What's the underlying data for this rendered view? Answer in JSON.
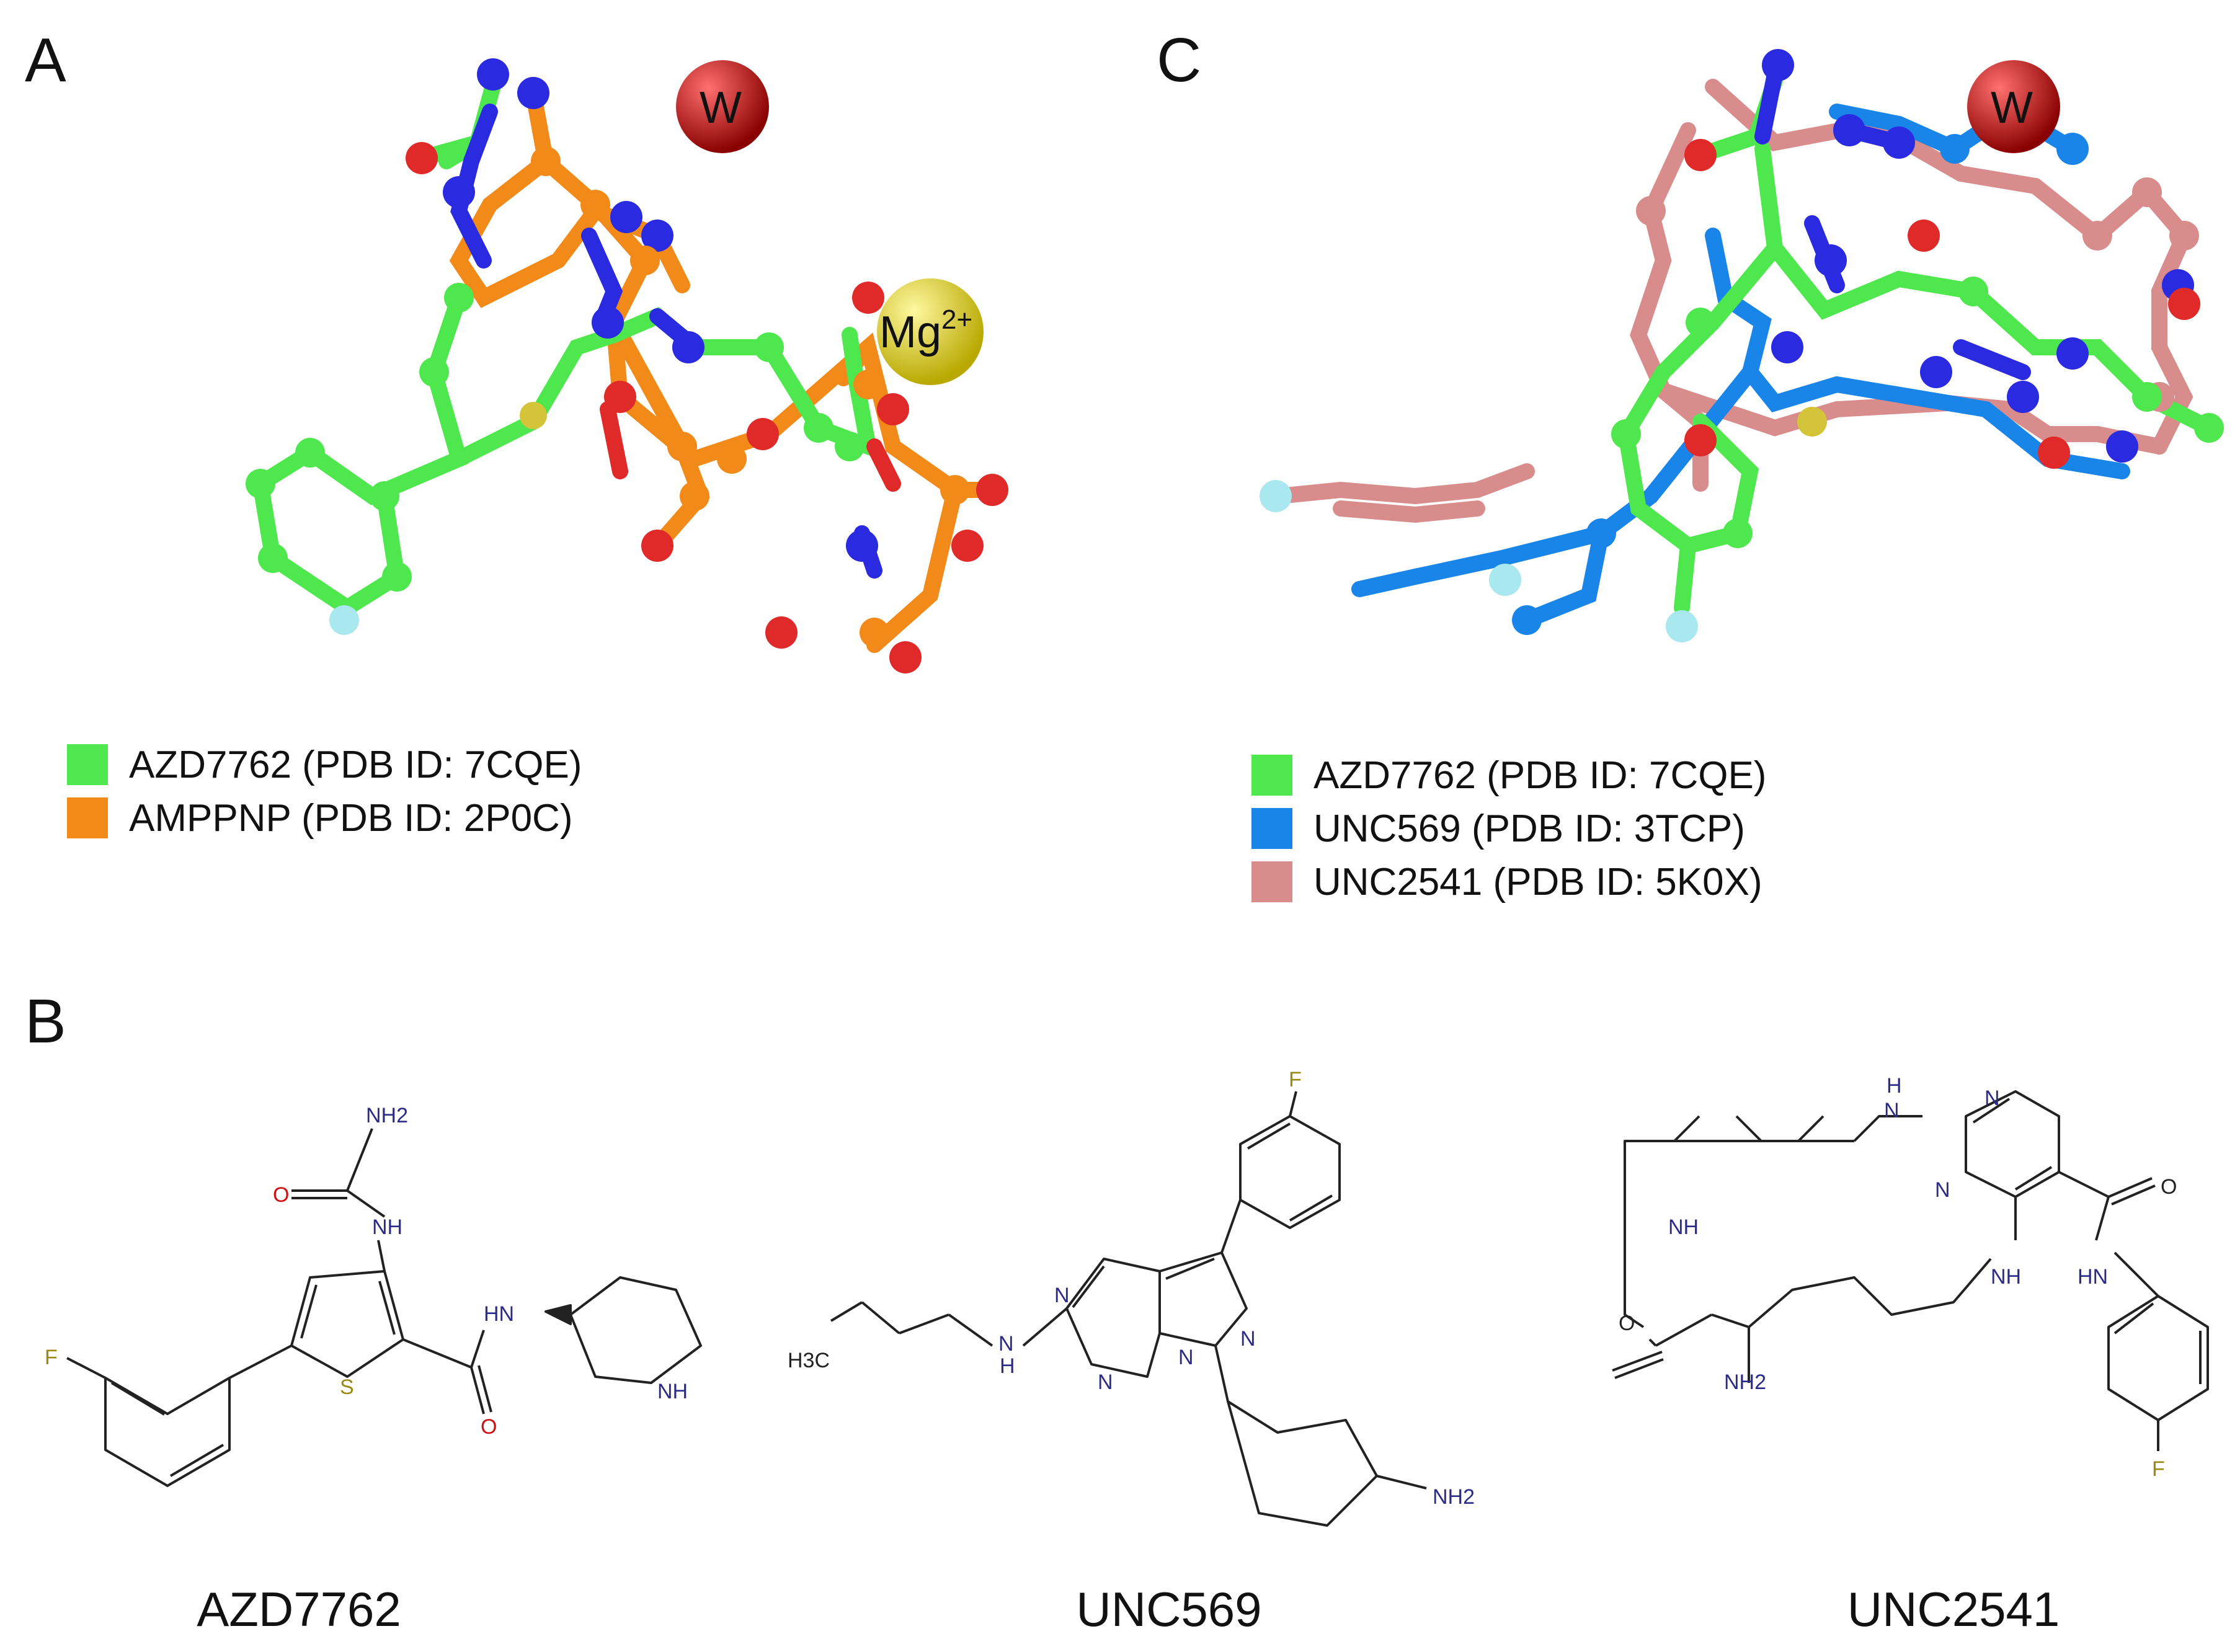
{
  "panels": {
    "a": "A",
    "b": "B",
    "c": "C"
  },
  "panel_a": {
    "water_label": "W",
    "ion_label": "Mg",
    "ion_charge": "2+",
    "legend": [
      {
        "label": "AZD7762 (PDB ID: 7CQE)",
        "color": "#4ee84e"
      },
      {
        "label": "AMPPNP (PDB ID: 2P0C)",
        "color": "#f28a1a"
      }
    ]
  },
  "panel_c": {
    "water_label": "W",
    "legend": [
      {
        "label": "AZD7762 (PDB ID: 7CQE)",
        "color": "#4ee84e"
      },
      {
        "label": "UNC569 (PDB ID: 3TCP)",
        "color": "#1a85e8"
      },
      {
        "label": "UNC2541 (PDB ID: 5K0X)",
        "color": "#d98c8c"
      }
    ]
  },
  "panel_b": {
    "compounds": [
      "AZD7762",
      "UNC569",
      "UNC2541"
    ],
    "azd": {
      "nh2": "NH2",
      "o1": "O",
      "nh1": "NH",
      "f": "F",
      "s": "S",
      "hn": "HN",
      "o2": "O",
      "nh3": "NH"
    },
    "unc569": {
      "f": "F",
      "n1": "N",
      "n2": "N",
      "n3": "N",
      "n4": "N",
      "nh": "N",
      "h": "H",
      "h3c": "H3C",
      "nh2": "NH2"
    },
    "unc2541": {
      "h": "H",
      "n1": "N",
      "n2": "N",
      "n3": "N",
      "nh1": "NH",
      "nh2": "NH",
      "o1": "O",
      "o2": "O",
      "hn": "HN",
      "amine": "NH2",
      "f": "F"
    }
  },
  "colors": {
    "carbon_a": "#4ee84e",
    "carbon_b": "#f28a1a",
    "carbon_c": "#1a85e8",
    "carbon_d": "#d98c8c",
    "nitrogen": "#2a2ae0",
    "oxygen": "#e02a2a",
    "sulfur": "#d4c43a",
    "fluorine": "#a8e8ee",
    "water": "#cc1010",
    "magnesium": "#e8e020",
    "label_n": "#2b2b8c",
    "label_o": "#d01010",
    "label_s": "#9a8a10",
    "label_f": "#9a8a10"
  }
}
